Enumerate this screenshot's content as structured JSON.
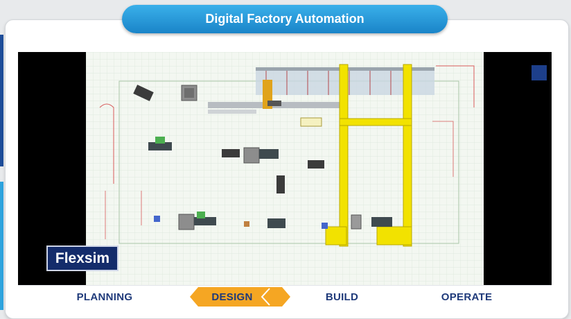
{
  "header": {
    "title": "Digital Factory Automation"
  },
  "video": {
    "watermark": "Flexsim"
  },
  "phases": [
    {
      "label": "PLANNING",
      "active": false
    },
    {
      "label": "DESIGN",
      "active": true
    },
    {
      "label": "BUILD",
      "active": false
    },
    {
      "label": "OPERATE",
      "active": false
    }
  ],
  "colors": {
    "accent_blue": "#2fa4de",
    "dark_blue": "#1f4e9a",
    "active_phase": "#f5a623",
    "crane_yellow": "#f2e200"
  }
}
